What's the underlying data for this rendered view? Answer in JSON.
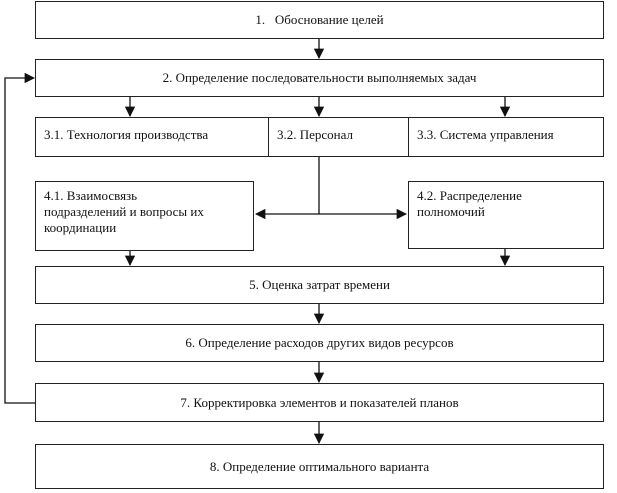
{
  "steps": {
    "s1": "1.   Обоснование целей",
    "s2": "2. Определение последовательности выполняемых задач",
    "s3_1": "3.1. Технология производства",
    "s3_2": "3.2. Персонал",
    "s3_3": "3.3. Система управления",
    "s4_1_line1": "4.1. Взаимосвязь",
    "s4_1_line2": "подразделений и вопросы их",
    "s4_1_line3": "координации",
    "s4_2_line1": "4.2. Распределение",
    "s4_2_line2": "полномочий",
    "s5": "5. Оценка затрат времени",
    "s6": "6. Определение расходов других видов ресурсов",
    "s7": "7. Корректировка элементов и показателей планов",
    "s8": "8. Определение оптимального варианта"
  }
}
